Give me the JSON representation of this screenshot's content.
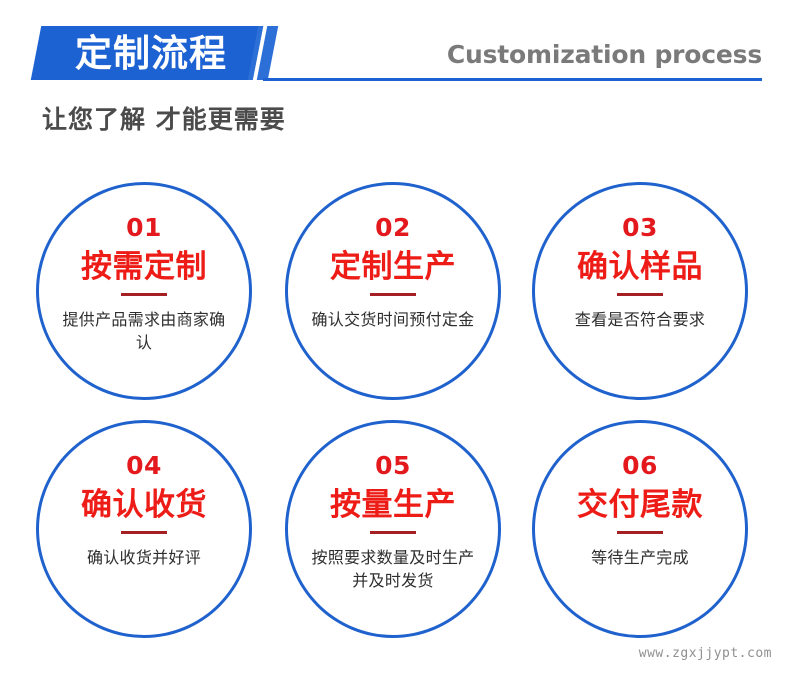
{
  "header": {
    "banner_title": "定制流程",
    "english_title": "Customization process",
    "subtitle": "让您了解 才能更需要",
    "banner_color": "#1c62d2",
    "rule_color": "#1c62d2",
    "english_color": "#7a7a7a",
    "subtitle_color": "#4b4b4b"
  },
  "steps": [
    {
      "number": "01",
      "title": "按需定制",
      "desc": "提供产品需求由商家确认"
    },
    {
      "number": "02",
      "title": "定制生产",
      "desc": "确认交货时间预付定金"
    },
    {
      "number": "03",
      "title": "确认样品",
      "desc": "查看是否符合要求"
    },
    {
      "number": "04",
      "title": "确认收货",
      "desc": "确认收货并好评"
    },
    {
      "number": "05",
      "title": "按量生产",
      "desc": "按照要求数量及时生产并及时发货"
    },
    {
      "number": "06",
      "title": "交付尾款",
      "desc": "等待生产完成"
    }
  ],
  "colors": {
    "circle_stroke": "#1f62cd",
    "number_red": "#e3191d",
    "title_red": "#ee1c17",
    "divider_red": "#a42024",
    "desc_gray": "#2e2e2e",
    "background": "#ffffff"
  },
  "watermark": {
    "text": "www.zgxjjypt.com"
  }
}
